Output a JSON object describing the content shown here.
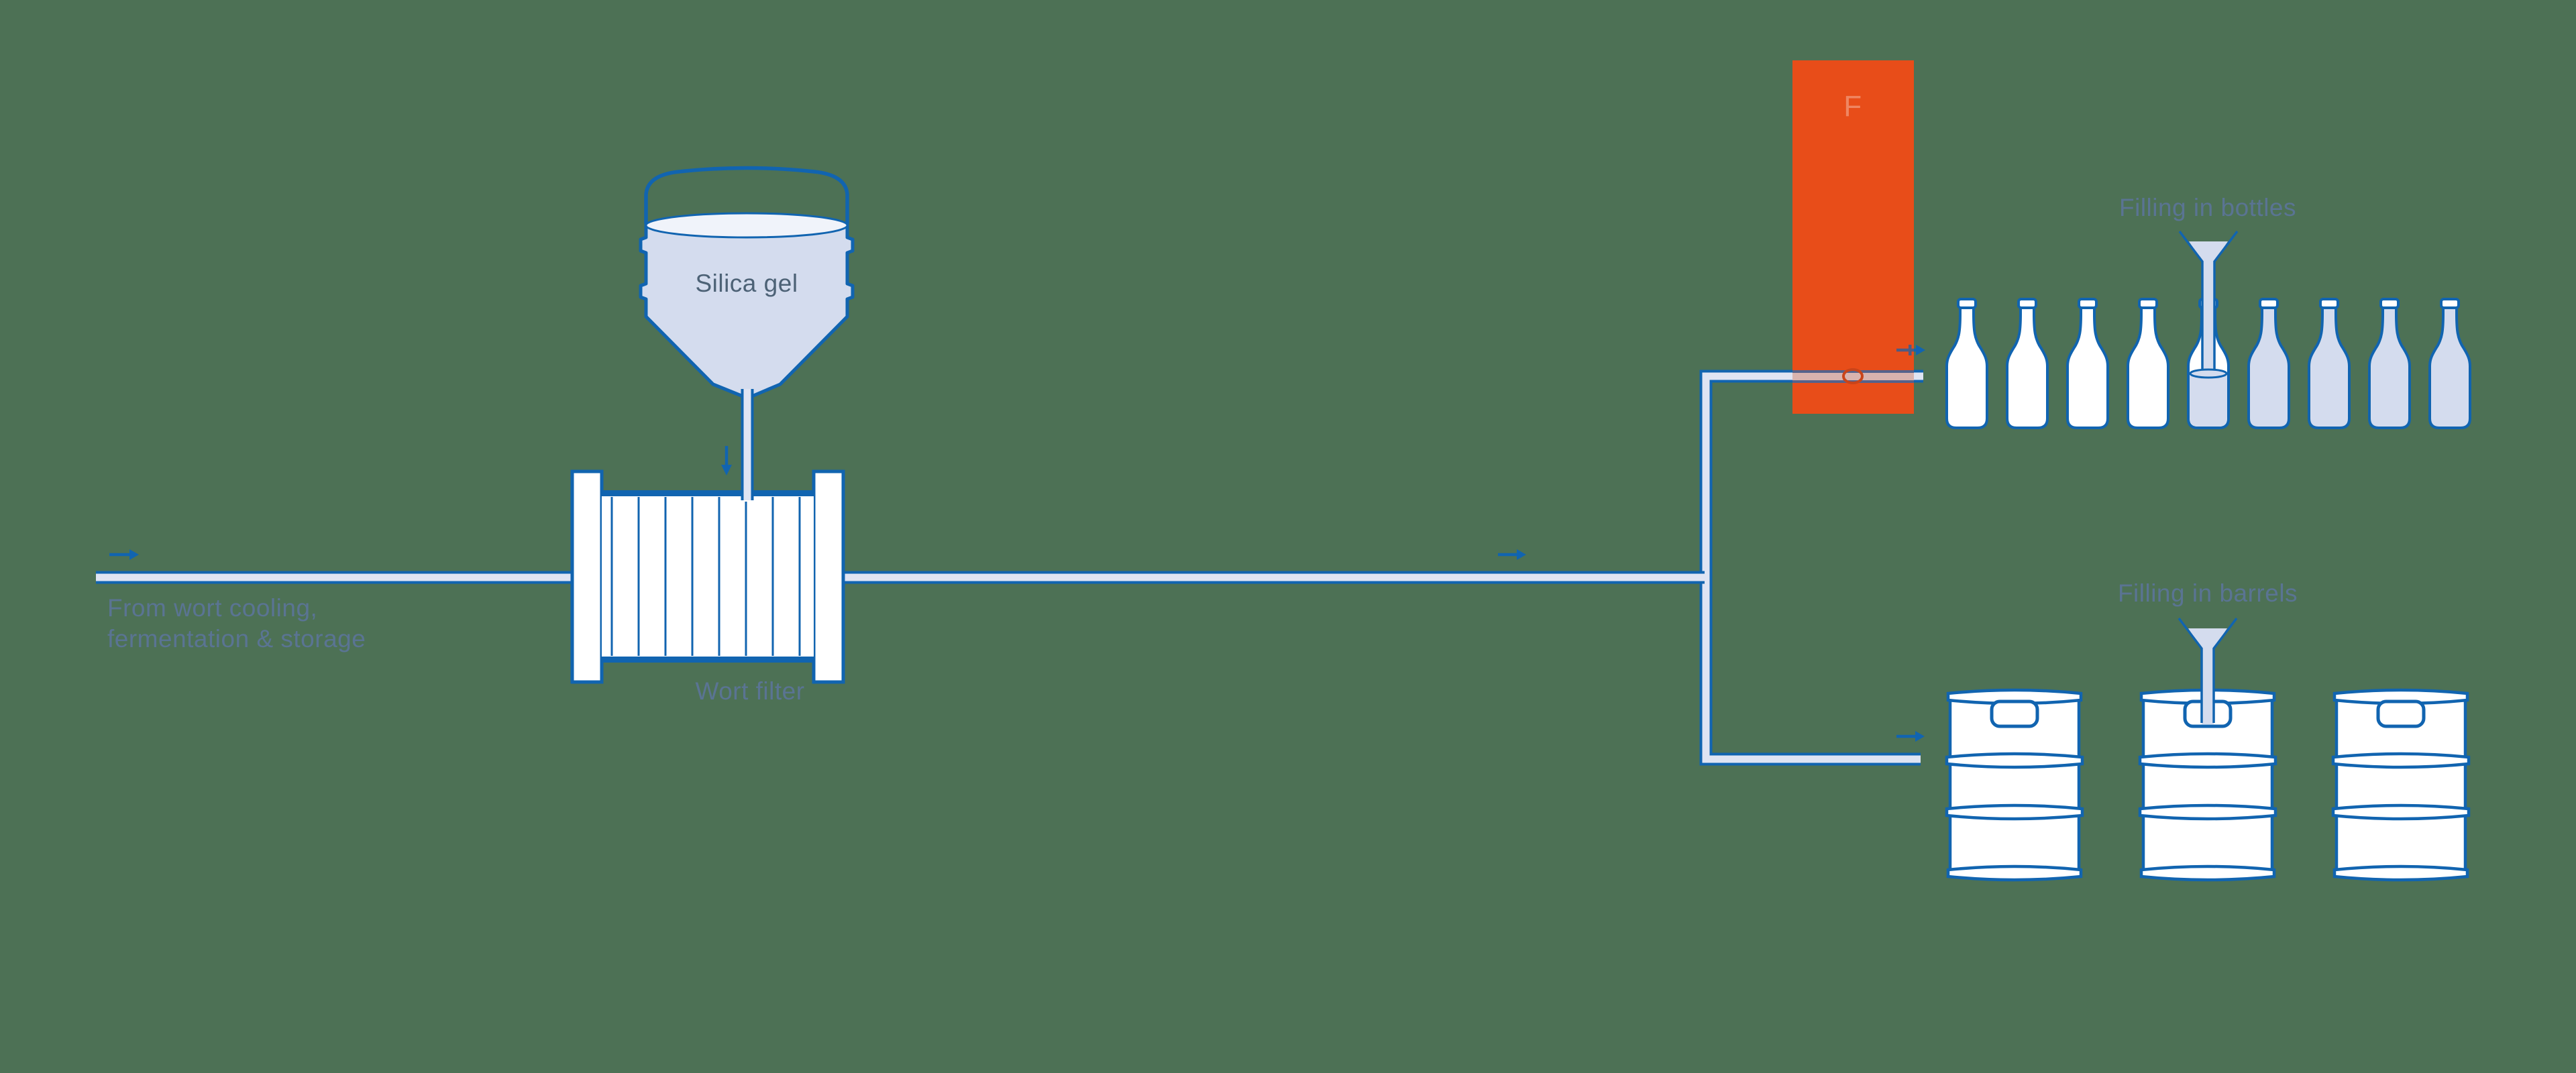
{
  "colors": {
    "background": "#4d7155",
    "line-blue": "#1164b0",
    "pipe-fill": "#dfe4f3",
    "vessel-fill": "#d4dcee",
    "vessel-light": "#f0f3fa",
    "highlight-orange": "#e84d19",
    "label-text": "#5a7493",
    "silica-text": "#4d6276"
  },
  "labels": {
    "source_line1": "From wort cooling,",
    "source_line2": "fermentation & storage",
    "silica_gel": "Silica gel",
    "wort_filter": "Wort filter",
    "filling_bottles": "Filling in bottles",
    "filling_barrels": "Filling in barrels",
    "highlight_letter": "F"
  },
  "equipment": {
    "bottles_total": 9,
    "bottles_empty": 4,
    "bottles_filling": 1,
    "bottles_filled": 4,
    "barrels_total": 3,
    "filter_plates": 9,
    "flow_arrows": 5
  }
}
